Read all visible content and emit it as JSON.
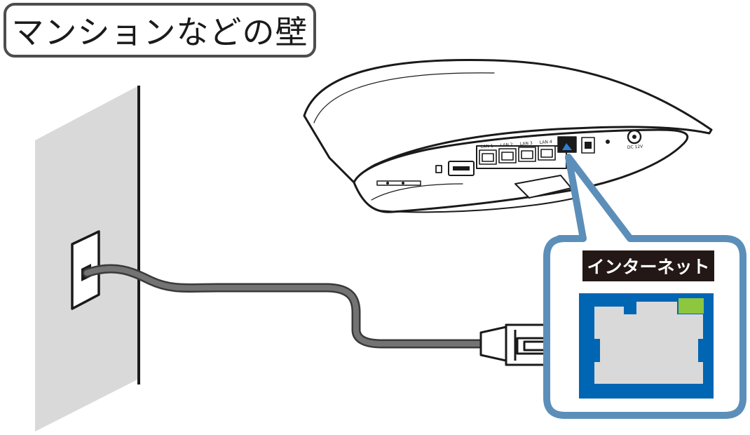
{
  "wall_label": "マンションなどの壁",
  "port_callout": {
    "label": "インターネット"
  },
  "router_ports": {
    "lan1": "LAN 1",
    "lan2": "LAN 2",
    "lan3": "LAN 3",
    "lan4": "LAN 4",
    "dc": "DC 12V"
  },
  "colors": {
    "callout_border": "#5b8fb9",
    "port_blue": "#0065b3",
    "port_gray": "#d9d9d9",
    "link_led_green": "#8dc63f",
    "wall_gray": "#d9d9d9",
    "cable_gray": "#666666",
    "label_background": "#231815"
  }
}
